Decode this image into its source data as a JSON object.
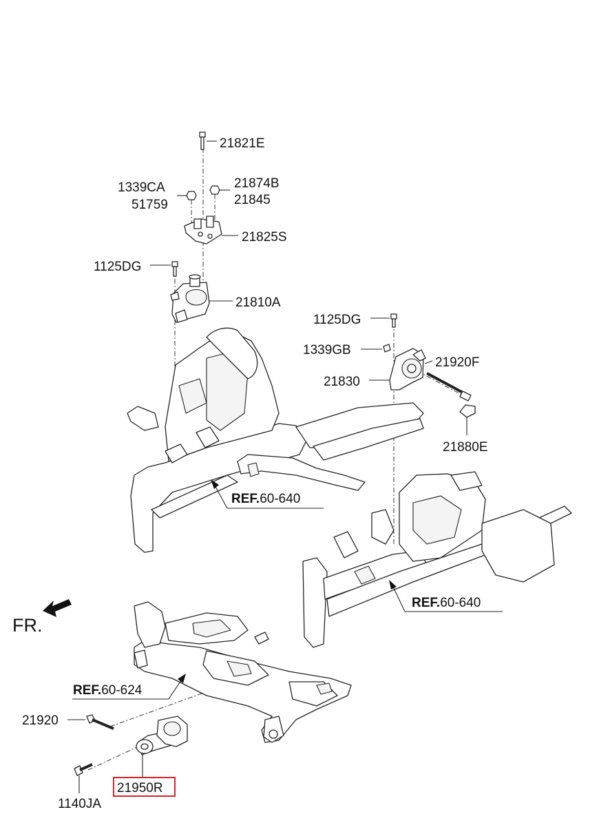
{
  "labels": {
    "bolt_21821e": "21821E",
    "nut_1339ca": "1339CA",
    "part_51759": "51759",
    "nut_21874b": "21874B",
    "part_21845": "21845",
    "bracket_21825s": "21825S",
    "bolt_1125dg_left": "1125DG",
    "mount_21810a": "21810A",
    "bolt_1125dg_right": "1125DG",
    "part_1339gb": "1339GB",
    "bolt_21920f": "21920F",
    "mount_21830": "21830",
    "bracket_21880e": "21880E",
    "bolt_21920": "21920",
    "roll_rod_21950r": "21950R",
    "bolt_1140ja": "1140JA"
  },
  "refs": {
    "ref_upper_left": {
      "prefix": "REF.",
      "code": "60-640"
    },
    "ref_right": {
      "prefix": "REF.",
      "code": "60-640"
    },
    "ref_subframe": {
      "prefix": "REF.",
      "code": "60-624"
    }
  },
  "direction": {
    "label": "FR."
  },
  "highlight": {
    "part": "21950R",
    "color": "#e02020"
  }
}
